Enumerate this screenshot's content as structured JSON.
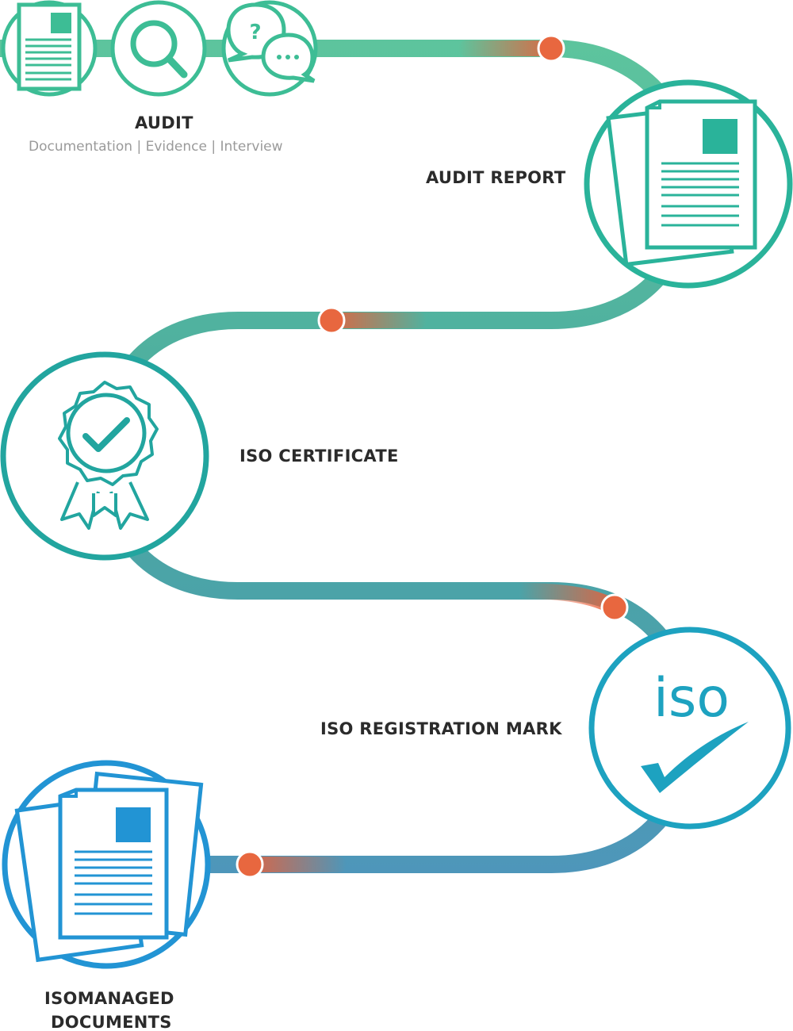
{
  "steps": {
    "audit": {
      "title": "AUDIT",
      "subtitle": "Documentation | Evidence | Interview"
    },
    "audit_report": {
      "title": "AUDIT REPORT"
    },
    "iso_certificate": {
      "title": "ISO CERTIFICATE"
    },
    "iso_mark": {
      "title": "ISO REGISTRATION MARK",
      "icon_text": "iso"
    },
    "managed_docs": {
      "title_line1": "ISOMANAGED",
      "title_line2": "DOCUMENTS"
    }
  },
  "colors": {
    "green": "#3dbd95",
    "teal": "#23a79c",
    "teal_blue": "#1d9fb6",
    "blue": "#2294d4",
    "accent_dot": "#e8603a",
    "text": "#2b2b2b",
    "subtext": "#9a9a9a"
  },
  "icons": {
    "audit": [
      "document-icon",
      "magnifier-icon",
      "speech-bubbles-icon"
    ],
    "audit_report": "report-document-icon",
    "iso_certificate": "rosette-badge-icon",
    "iso_mark": "iso-checkmark-icon",
    "managed_docs": "document-stack-icon"
  }
}
